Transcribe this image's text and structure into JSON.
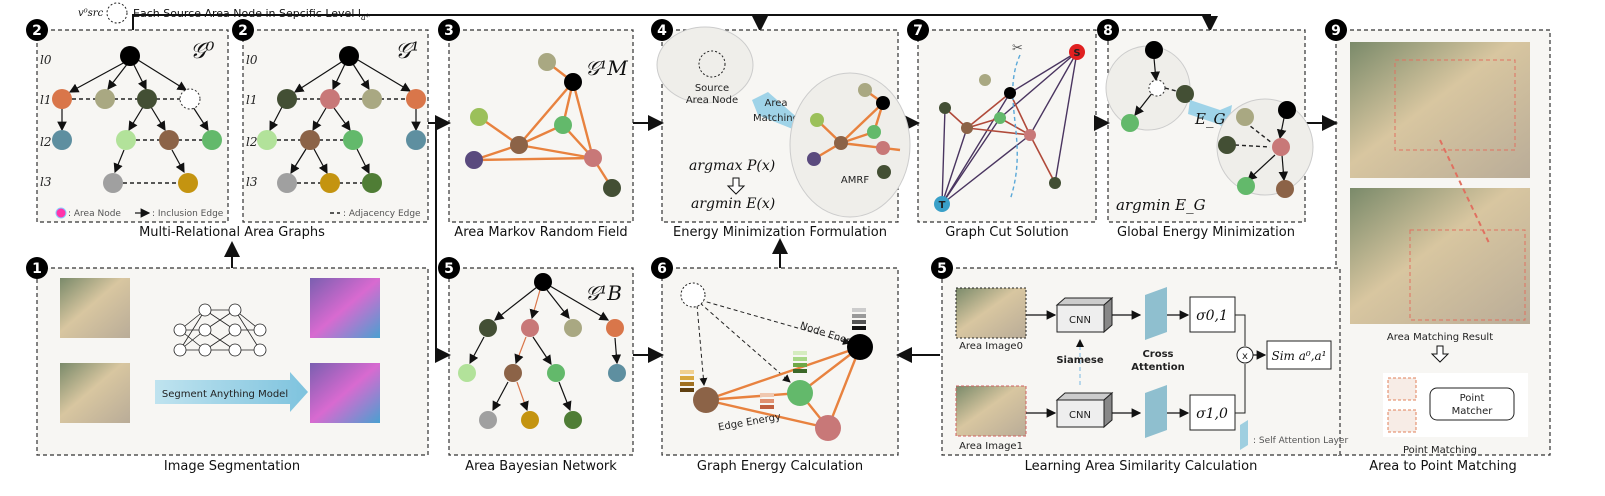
{
  "header": {
    "source_symbol": "v⁰src",
    "source_text": "Each Source Area Node in Sepcific Level l",
    "source_level_sub": "a*"
  },
  "badges": [
    "1",
    "2",
    "3",
    "4",
    "5",
    "6",
    "7",
    "8",
    "9"
  ],
  "panel_graphs": {
    "g0_title": "𝒢⁰",
    "g1_title": "𝒢¹",
    "levels": [
      "l0",
      "l1",
      "l2",
      "l3"
    ],
    "legend_node": ": Area Node",
    "legend_inclusion": ": Inclusion Edge",
    "legend_adjacency": ": Adjacency Edge",
    "caption": "Multi-Relational Area Graphs"
  },
  "panel_amrf": {
    "title": "𝒢¹M",
    "caption": "Area Markov Random Field"
  },
  "panel_energy": {
    "source_label_1": "Source",
    "source_label_2": "Area Node",
    "matching_label_1": "Area",
    "matching_label_2": "Matching",
    "amrf_label": "AMRF",
    "argmax": "argmax P(x)",
    "argmin": "argmin E(x)",
    "caption": "Energy Minimization Formulation"
  },
  "panel_graphcut": {
    "s_label": "S",
    "t_label": "T",
    "caption": "Graph Cut Solution"
  },
  "panel_global": {
    "eg_label": "E_G",
    "argmin": "argmin E_G",
    "caption": "Global Energy Minimization"
  },
  "panel_matching": {
    "result_caption": "Area Matching Result",
    "point_matcher_1": "Point",
    "point_matcher_2": "Matcher",
    "point_caption": "Point Matching",
    "caption": "Area to Point Matching"
  },
  "panel_segmentation": {
    "sam_label": "Segment Anything Model",
    "caption": "Image Segmentation"
  },
  "panel_bayes": {
    "title": "𝒢¹B",
    "caption": "Area Bayesian Network"
  },
  "panel_graph_energy": {
    "node_energy": "Node Energy",
    "edge_energy": "Edge Energy",
    "caption": "Graph Energy Calculation"
  },
  "panel_similarity": {
    "image0": "Area Image0",
    "image1": "Area Image1",
    "cnn": "CNN",
    "siamese": "Siamese",
    "cross_1": "Cross",
    "cross_2": "Attention",
    "sigma01": "σ0,1",
    "sigma10": "σ1,0",
    "multiply": "x",
    "sim": "Sim a⁰,a¹",
    "legend": ": Self Attention Layer",
    "caption": "Learning Area Similarity Calculation"
  },
  "colors": {
    "orange": "#d9764a",
    "khaki": "#a9a882",
    "darkgreen": "#434f34",
    "teal": "#5e8fa0",
    "lightgreen": "#b2e29a",
    "brown": "#8c6347",
    "green": "#63b96b",
    "gray": "#a0a0a0",
    "gold": "#c49410",
    "pink": "#c87878",
    "olive": "#4f7d35",
    "purple": "#5a4a7e",
    "yellowgreen": "#9bc05a",
    "edge_orange": "#e8823f",
    "attention": "#9fcfe0"
  }
}
